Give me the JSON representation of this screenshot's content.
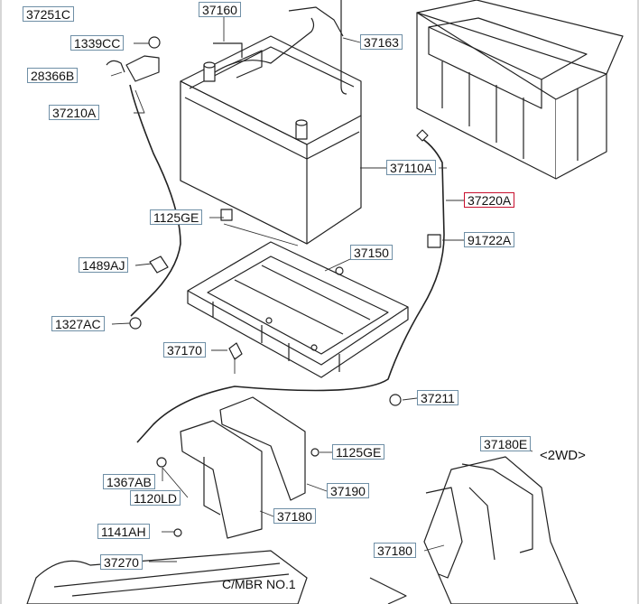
{
  "diagram": {
    "part_labels": {
      "p37251c": "37251C",
      "p37160": "37160",
      "p37163": "37163",
      "p1339cc": "1339CC",
      "p28366b": "28366B",
      "p37210a": "37210A",
      "p37110a": "37110A",
      "p37220a": "37220A",
      "p1125ge_top": "1125GE",
      "p91722a": "91722A",
      "p37150": "37150",
      "p1489aj": "1489AJ",
      "p1327ac": "1327AC",
      "p37170": "37170",
      "p37211": "37211",
      "p37180e": "37180E",
      "p1125ge_bottom": "1125GE",
      "p1367ab": "1367AB",
      "p37190": "37190",
      "p1120ld": "1120LD",
      "p37180_left": "37180",
      "p1141ah": "1141AH",
      "p37180_right": "37180",
      "p37270": "37270"
    },
    "notes": {
      "variant": "<2WD>",
      "member": "C/MBR NO.1"
    },
    "highlight_color": "#c8102e",
    "label_border_color": "#6f8fa6"
  }
}
